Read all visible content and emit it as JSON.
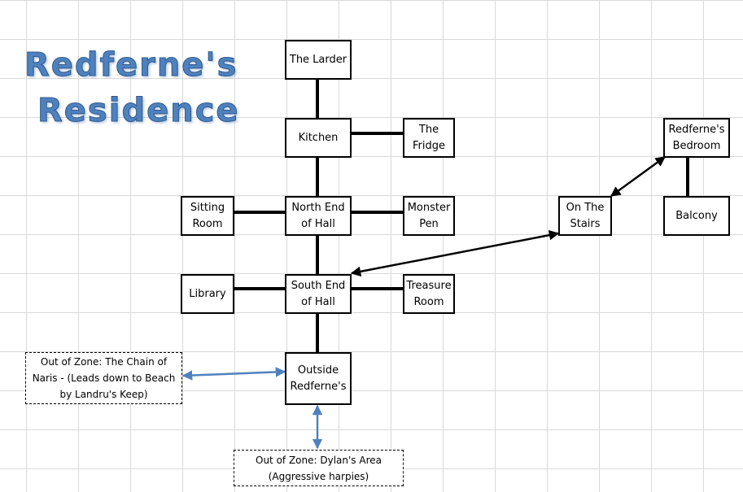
{
  "title": {
    "line1": "Redferne's",
    "line2": "Residence"
  },
  "colors": {
    "grid": "#d9d9d9",
    "title": "#4f81bd",
    "arrow_blue": "#4f81bd",
    "line": "#000000"
  },
  "rooms": {
    "larder": "The Larder",
    "kitchen": "Kitchen",
    "fridge": "The\nFridge",
    "north_hall": "North End\nof Hall",
    "sitting_room": "Sitting\nRoom",
    "monster_pen": "Monster\nPen",
    "south_hall": "South End\nof Hall",
    "library": "Library",
    "treasure_room": "Treasure\nRoom",
    "outside": "Outside\nRedferne's",
    "stairs": "On The\nStairs",
    "bedroom": "Redferne's\nBedroom",
    "balcony": "Balcony",
    "chain_naris": "Out of Zone: The Chain of\nNaris - (Leads down to Beach\nby Landru's Keep)",
    "dylans_area": "Out of Zone: Dylan's Area\n(Aggressive harpies)"
  },
  "connections": [
    {
      "from": "larder",
      "to": "kitchen",
      "style": "line"
    },
    {
      "from": "kitchen",
      "to": "fridge",
      "style": "line"
    },
    {
      "from": "kitchen",
      "to": "north_hall",
      "style": "line"
    },
    {
      "from": "sitting_room",
      "to": "north_hall",
      "style": "line"
    },
    {
      "from": "north_hall",
      "to": "monster_pen",
      "style": "line"
    },
    {
      "from": "north_hall",
      "to": "south_hall",
      "style": "line"
    },
    {
      "from": "library",
      "to": "south_hall",
      "style": "line"
    },
    {
      "from": "south_hall",
      "to": "treasure_room",
      "style": "line"
    },
    {
      "from": "south_hall",
      "to": "outside",
      "style": "line"
    },
    {
      "from": "bedroom",
      "to": "balcony",
      "style": "line"
    },
    {
      "from": "south_hall",
      "to": "stairs",
      "style": "arrow-black"
    },
    {
      "from": "stairs",
      "to": "bedroom",
      "style": "arrow-black"
    },
    {
      "from": "chain_naris",
      "to": "outside",
      "style": "arrow-blue"
    },
    {
      "from": "outside",
      "to": "dylans_area",
      "style": "arrow-blue"
    }
  ]
}
